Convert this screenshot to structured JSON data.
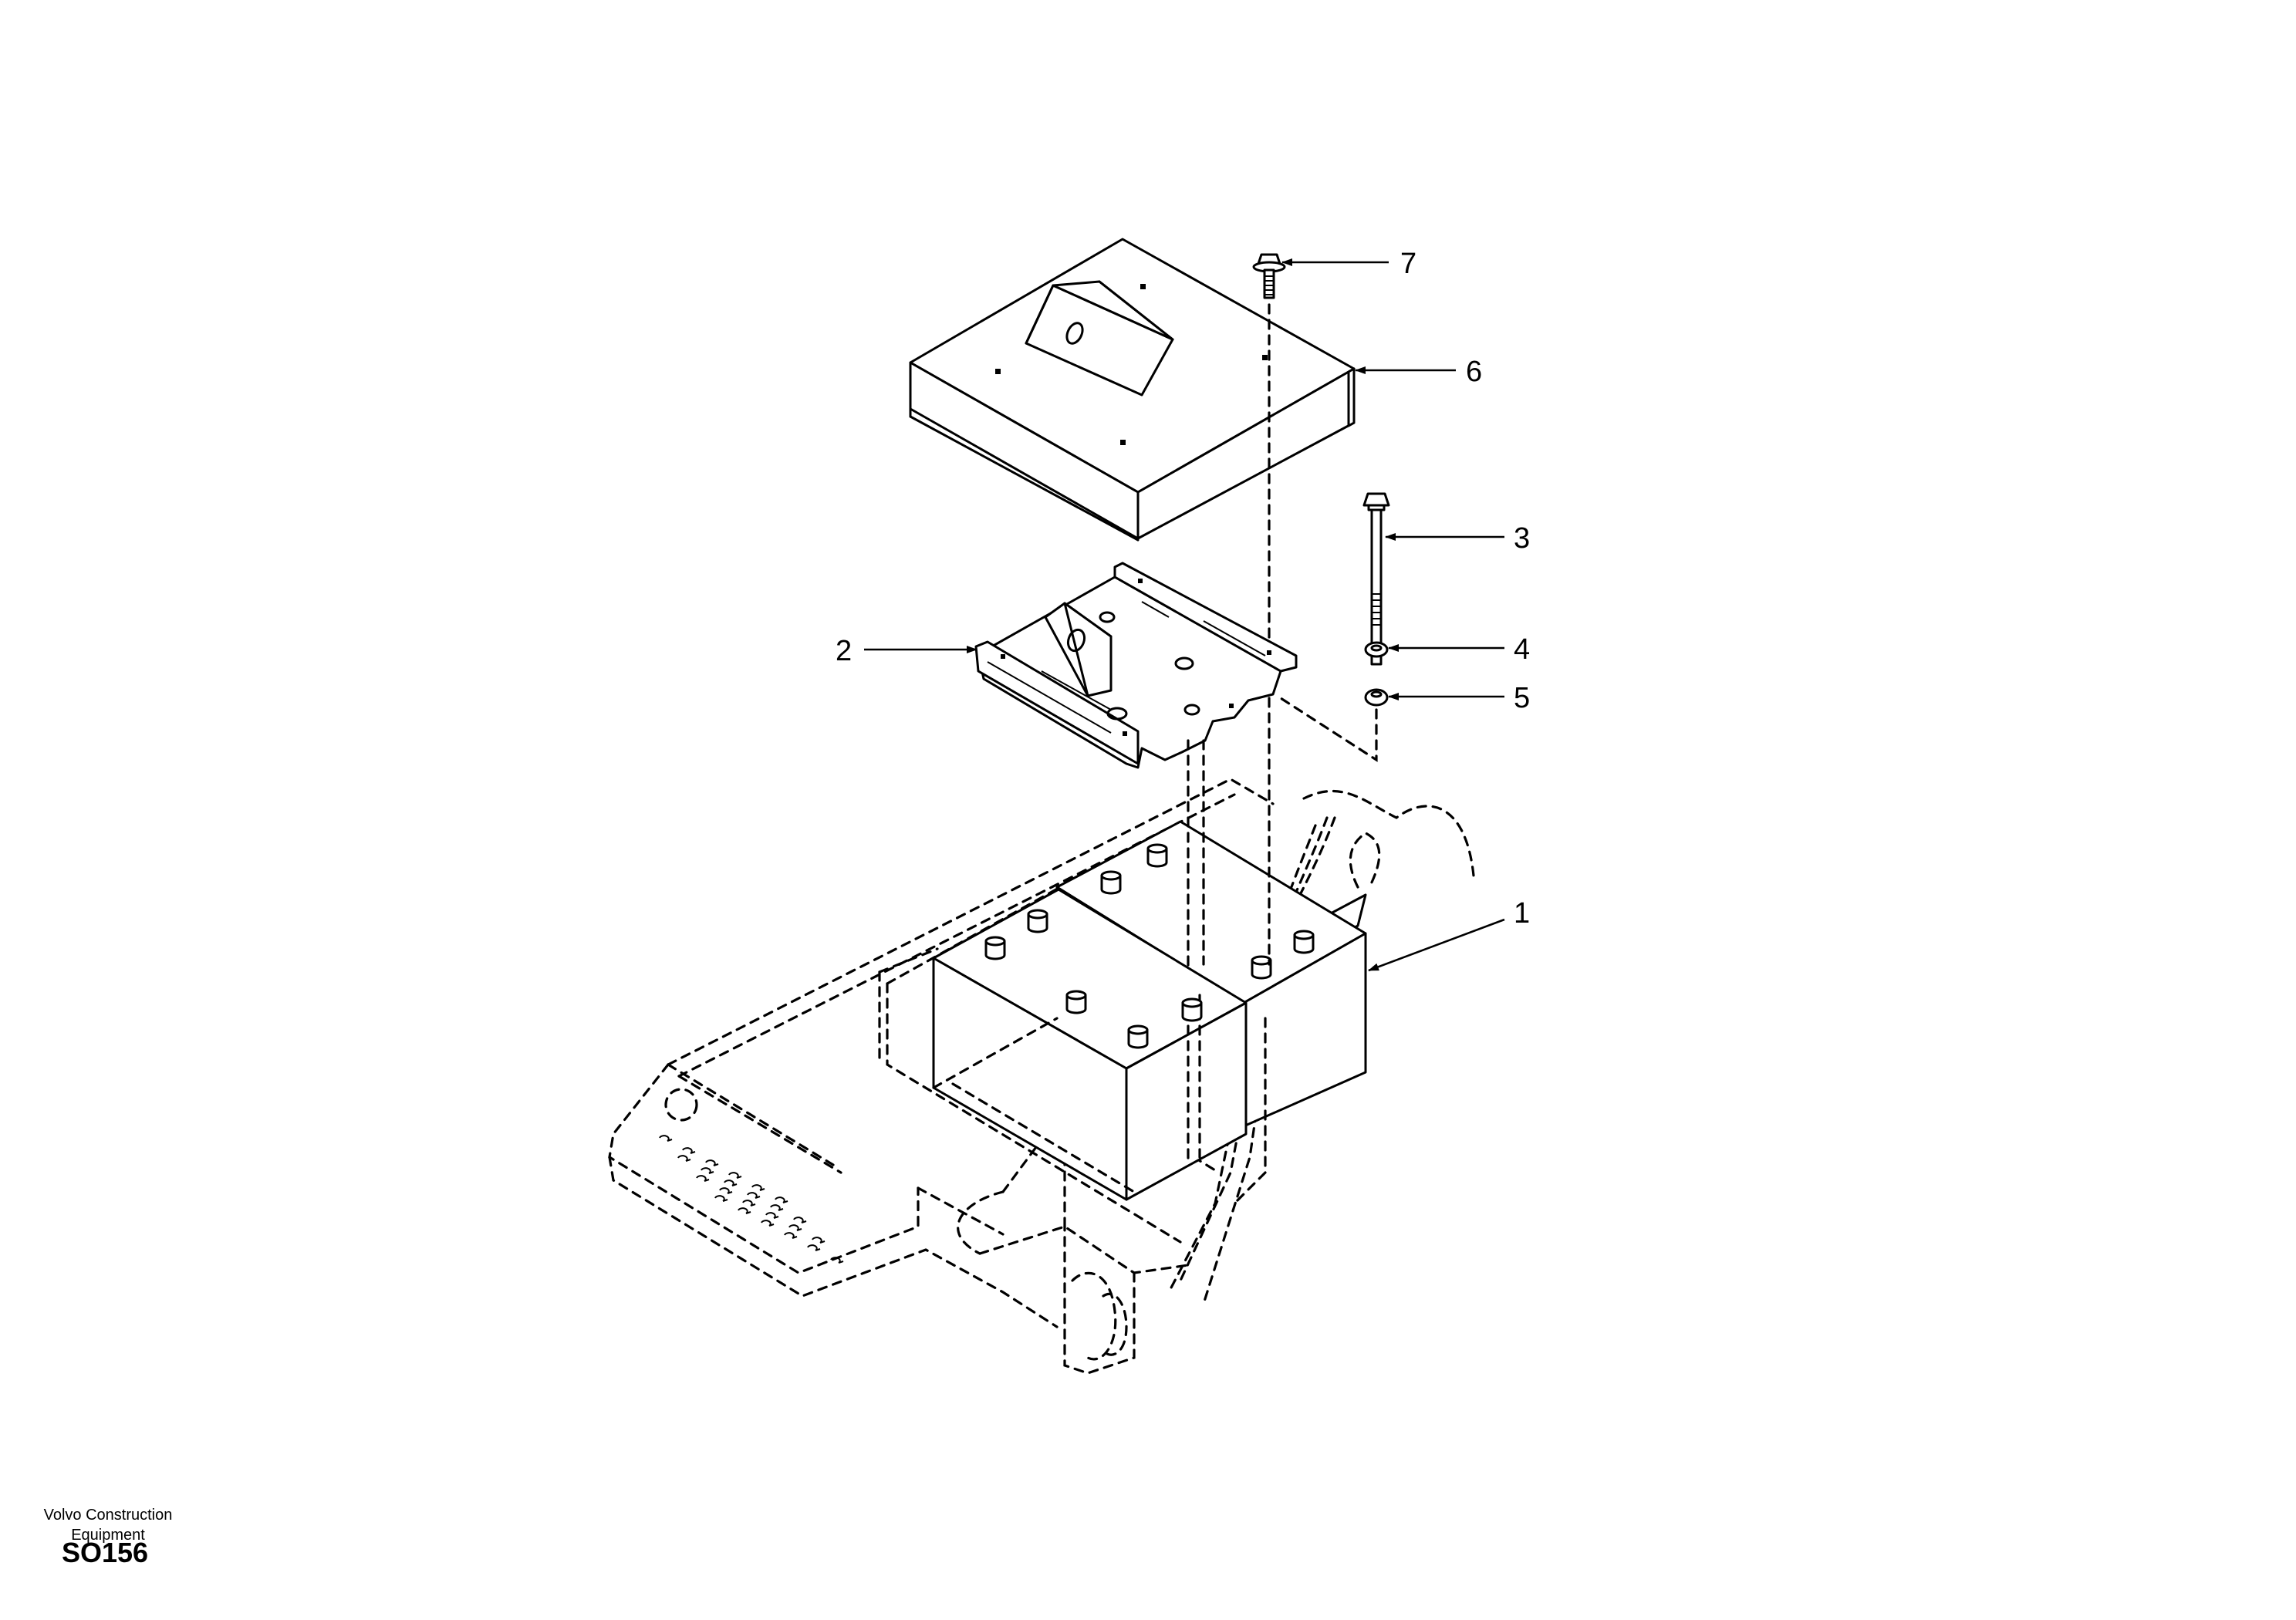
{
  "callouts": [
    {
      "id": "callout-1",
      "label": "1"
    },
    {
      "id": "callout-2",
      "label": "2"
    },
    {
      "id": "callout-3",
      "label": "3"
    },
    {
      "id": "callout-4",
      "label": "4"
    },
    {
      "id": "callout-5",
      "label": "5"
    },
    {
      "id": "callout-6",
      "label": "6"
    },
    {
      "id": "callout-7",
      "label": "7"
    }
  ],
  "footer": {
    "publisher_line1": "Volvo Construction",
    "publisher_line2": "Equipment",
    "document_code": "SO156"
  },
  "colors": {
    "ink": "#000000",
    "paper": "#ffffff"
  }
}
